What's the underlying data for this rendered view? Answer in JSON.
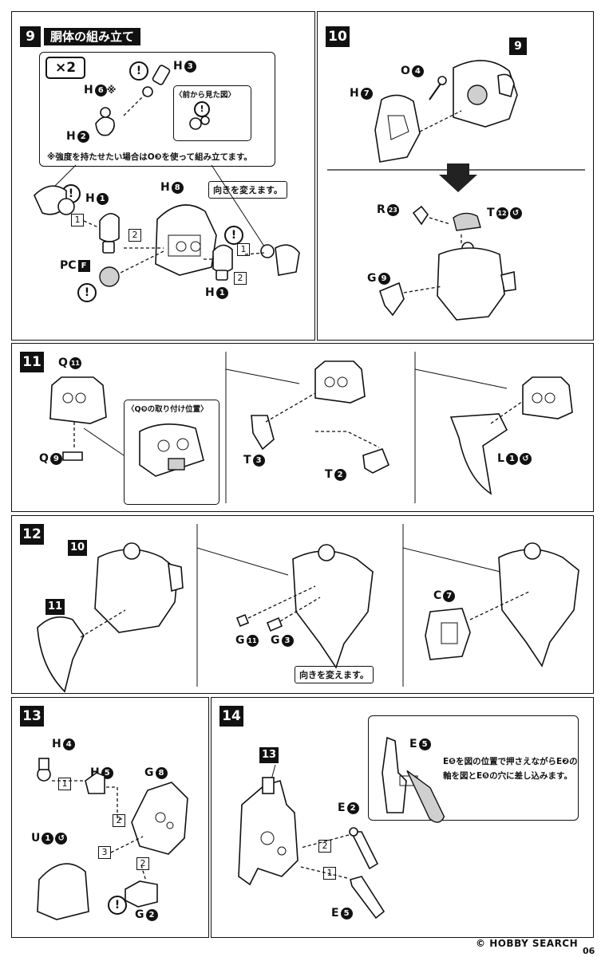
{
  "page_number": "06",
  "watermark": "HOBBY SEARCH",
  "step9": {
    "num": "9",
    "title": "胴体の組み立て",
    "multiplier": "×2",
    "front_view_label": "〈前から見た図〉",
    "note": "※強度を持たせたい場合はO❸を使って組み立てます。",
    "change_direction": "向きを変えます。",
    "labels": {
      "h3": "H",
      "h6": "H",
      "h6_mark": "※",
      "h2": "H",
      "h1a": "H",
      "h8": "H",
      "pcf": "PC",
      "h1b": "H"
    },
    "nums": {
      "h3": "3",
      "h6": "6",
      "h2": "2",
      "h1a": "1",
      "h8": "8",
      "pcf": "F",
      "h1b": "1"
    },
    "steps": [
      "1",
      "2",
      "1",
      "2"
    ]
  },
  "step10": {
    "num": "10",
    "ref": "9",
    "labels": {
      "o4": "O",
      "h7": "H",
      "r23": "R",
      "t12": "T",
      "g9": "G"
    },
    "nums": {
      "o4": "4",
      "h7": "7",
      "r23": "23",
      "t12": "12",
      "g9": "9"
    }
  },
  "step11": {
    "num": "11",
    "position_label": "〈Q❾の取り付け位置〉",
    "labels": {
      "q11": "Q",
      "q9": "Q",
      "t3": "T",
      "t2": "T",
      "l1": "L"
    },
    "nums": {
      "q11": "11",
      "q9": "9",
      "t3": "3",
      "t2": "2",
      "l1": "1"
    }
  },
  "step12": {
    "num": "12",
    "ref10": "10",
    "ref11": "11",
    "change_direction": "向きを変えます。",
    "labels": {
      "g11": "G",
      "g3": "G",
      "c7": "C"
    },
    "nums": {
      "g11": "11",
      "g3": "3",
      "c7": "7"
    }
  },
  "step13": {
    "num": "13",
    "labels": {
      "h4": "H",
      "h5": "H",
      "g8": "G",
      "u1": "U",
      "g2": "G"
    },
    "nums": {
      "h4": "4",
      "h5": "5",
      "g8": "8",
      "u1": "1",
      "g2": "2"
    },
    "steps": [
      "1",
      "2",
      "3",
      "2"
    ]
  },
  "step14": {
    "num": "14",
    "ref": "13",
    "note_line1": "E❺を図の位置で押さえながらE❷の",
    "note_line2": "軸を図とE❺の穴に差し込みます。",
    "labels": {
      "e5a": "E",
      "e2": "E",
      "e5b": "E"
    },
    "nums": {
      "e5a": "5",
      "e2": "2",
      "e5b": "5"
    },
    "steps": [
      "2",
      "1"
    ]
  }
}
